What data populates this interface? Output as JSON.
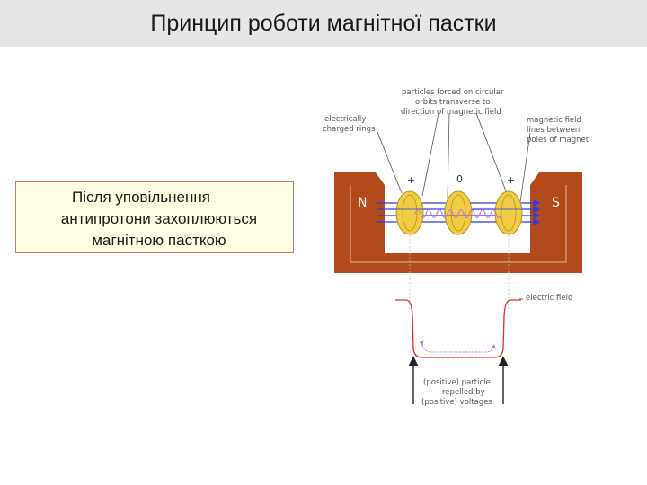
{
  "slide": {
    "title": "Принцип роботи магнітної пастки"
  },
  "note": {
    "line1": "Після уповільнення",
    "line2": "антипротони захоплюються",
    "line3": "магнітною пасткою"
  },
  "diagram": {
    "label_rings_1": "electrically",
    "label_rings_2": "charged rings",
    "label_orbits_1": "particles forced on circular",
    "label_orbits_2": "orbits transverse to",
    "label_orbits_3": "direction of magnetic field",
    "label_field_1": "magnetic field",
    "label_field_2": "lines between",
    "label_field_3": "poles of magnet",
    "pole_north": "N",
    "pole_south": "S",
    "ring_sign_left": "+",
    "ring_sign_middle": "0",
    "ring_sign_right": "+",
    "label_electric_field": "electric field",
    "label_repelled_1": "(positive) particle",
    "label_repelled_2": "repelled by",
    "label_repelled_3": "(positive) voltages",
    "colors": {
      "magnet": "#b24a1c",
      "magnet_inner": "#8a3612",
      "ring": "#f0cd45",
      "field_line": "#2b3fd8",
      "orbit": "#c46fe0",
      "potential": "#e03020"
    }
  }
}
